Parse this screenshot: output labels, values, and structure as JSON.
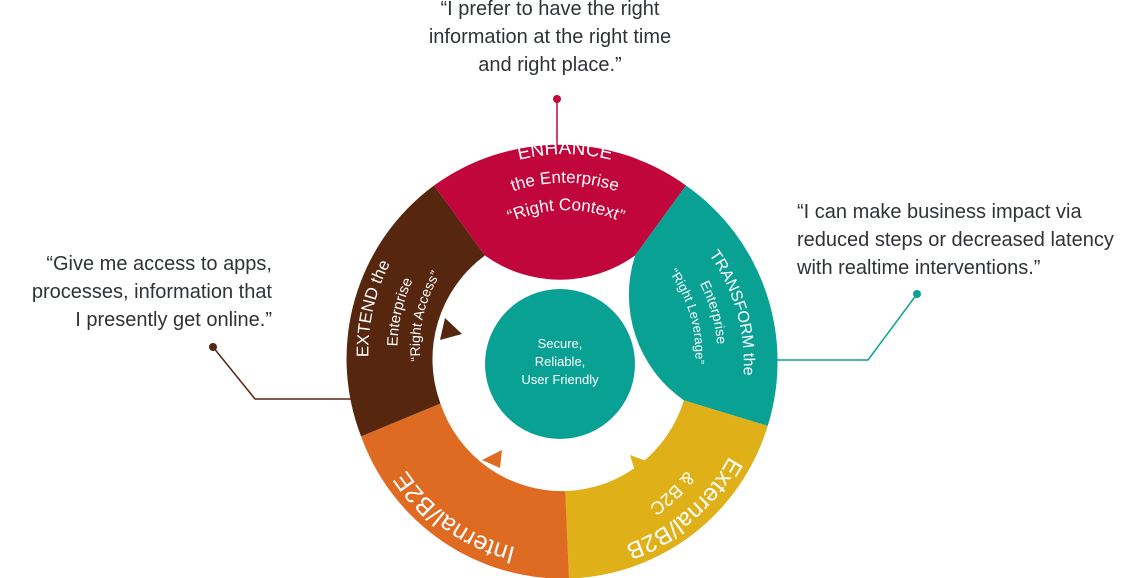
{
  "colors": {
    "enhance": "#c0063a",
    "transform": "#0aa195",
    "external": "#e0b018",
    "internal": "#df6b22",
    "extend": "#56260f",
    "center": "#0aa195"
  },
  "segments": {
    "enhance": {
      "line1": "ENHANCE",
      "line2": "the Enterprise",
      "line3": "“Right Context”"
    },
    "transform": {
      "line1": "TRANSFORM the",
      "line2": "Enterprise",
      "line3": "“Right Leverage”"
    },
    "external": {
      "line1": "External/B2B",
      "line2": "& B2C"
    },
    "internal": {
      "line1": "Internal/B2E"
    },
    "extend": {
      "line1": "EXTEND the",
      "line2": "Enterprise",
      "line3": "“Right Access”"
    }
  },
  "center": {
    "line1": "Secure,",
    "line2": "Reliable,",
    "line3": "User Friendly"
  },
  "quotes": {
    "top": [
      "“I prefer to have the right",
      "information at the right time",
      "and right place.”"
    ],
    "right": [
      "“I can make business impact via",
      "reduced steps or decreased latency",
      "with realtime interventions.”"
    ],
    "left": [
      "“Give me access to apps,",
      "processes, information that",
      "I presently get online.”"
    ]
  }
}
